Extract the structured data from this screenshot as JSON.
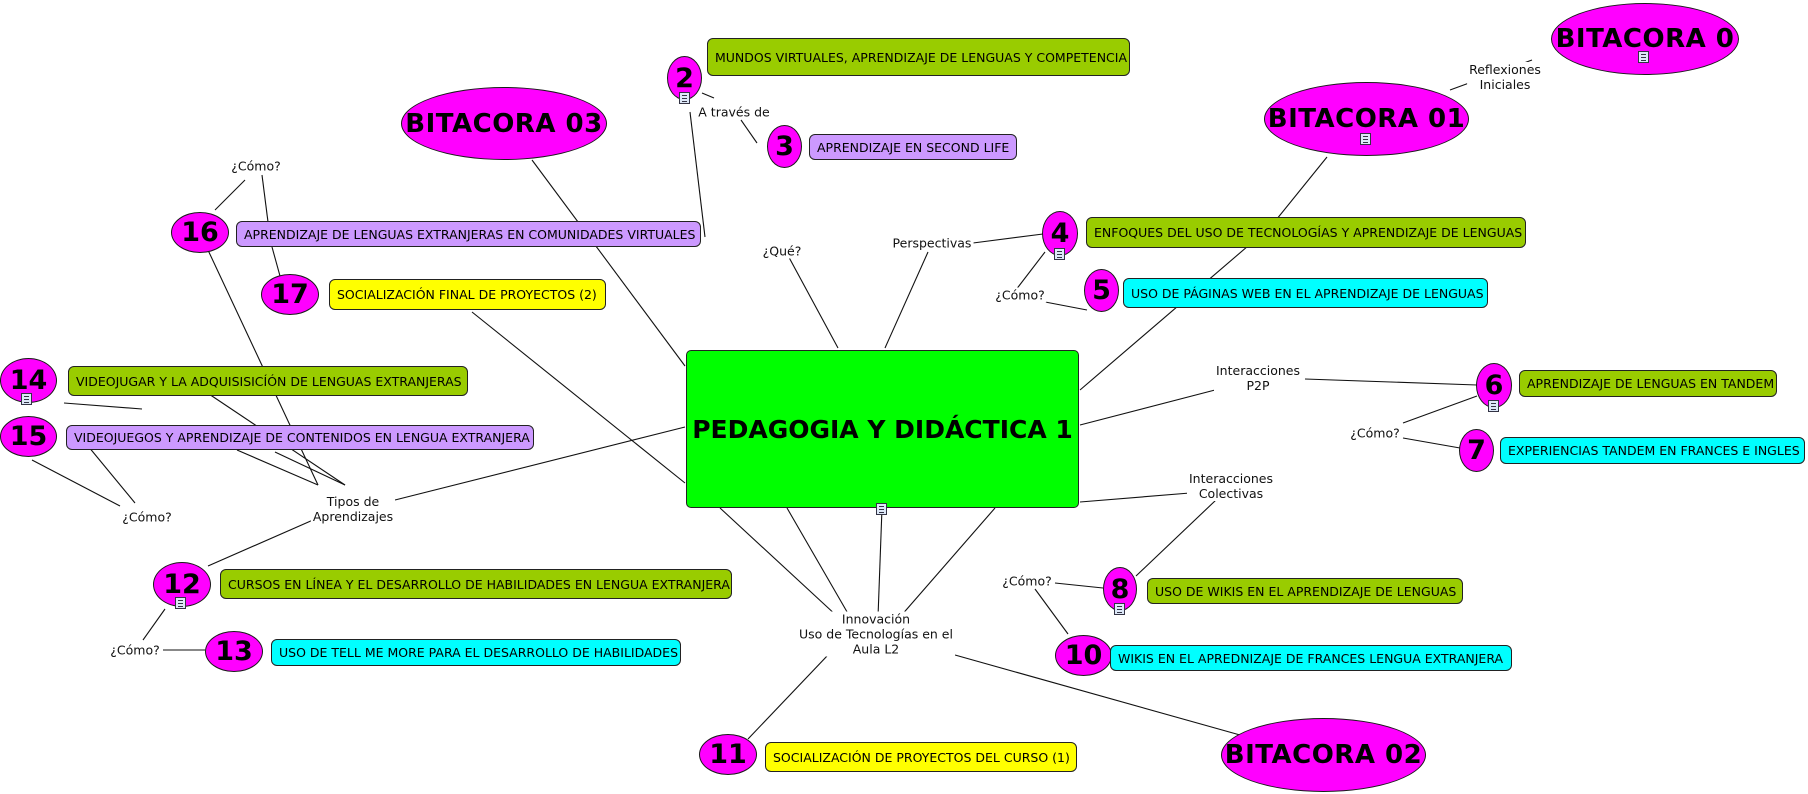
{
  "center": {
    "label": "PEDAGOGIA Y DIDÁCTICA 1"
  },
  "bitacoras": {
    "b0": "BITACORA 0",
    "b01": "BITACORA 01",
    "b02": "BITACORA 02",
    "b03": "BITACORA 03"
  },
  "numbers": {
    "n2": "2",
    "n3": "3",
    "n4": "4",
    "n5": "5",
    "n6": "6",
    "n7": "7",
    "n8": "8",
    "n10": "10",
    "n11": "11",
    "n12": "12",
    "n13": "13",
    "n14": "14",
    "n15": "15",
    "n16": "16",
    "n17": "17"
  },
  "topics": {
    "t2": "MUNDOS VIRTUALES, APRENDIZAJE DE LENGUAS Y COMPETENCIA",
    "t3": "APRENDIZAJE EN SECOND LIFE",
    "t4": "ENFOQUES DEL USO DE TECNOLOGÍAS Y APRENDIZAJE DE LENGUAS",
    "t5": "USO DE PÁGINAS WEB EN EL APRENDIZAJE DE LENGUAS",
    "t6": "APRENDIZAJE DE LENGUAS EN TANDEM",
    "t7": "EXPERIENCIAS TANDEM EN FRANCES E INGLES",
    "t8": "USO DE WIKIS EN EL APRENDIZAJE DE LENGUAS",
    "t10": "WIKIS EN EL APREDNIZAJE DE FRANCES LENGUA EXTRANJERA",
    "t11": "SOCIALIZACIÓN DE PROYECTOS DEL CURSO (1)",
    "t12": "CURSOS EN LÍNEA Y EL DESARROLLO DE HABILIDADES EN LENGUA EXTRANJERA",
    "t13": "USO DE TELL ME MORE PARA EL DESARROLLO DE HABILIDADES",
    "t14": "VIDEOJUGAR Y LA ADQUISISICÍÓN DE LENGUAS EXTRANJERAS",
    "t15": "VIDEOJUEGOS Y APRENDIZAJE DE CONTENIDOS EN LENGUA EXTRANJERA",
    "t16": "APRENDIZAJE DE LENGUAS EXTRANJERAS EN COMUNIDADES VIRTUALES",
    "t17": "SOCIALIZACIÓN FINAL DE PROYECTOS (2)"
  },
  "labels": {
    "a_traves": "A través de",
    "que": "¿Qué?",
    "perspectivas": "Perspectivas",
    "reflexiones": "Reflexiones\nIniciales",
    "como_5": "¿Cómo?",
    "p2p": "Interacciones\nP2P",
    "como_7": "¿Cómo?",
    "colectivas": "Interacciones\nColectivas",
    "como_8": "¿Cómo?",
    "innovacion": "Innovación\nUso de Tecnologías en el\nAula L2",
    "tipos": "Tipos de\nAprendizajes",
    "como_15": "¿Cómo?",
    "como_13": "¿Cómo?",
    "como_16": "¿Cómo?"
  },
  "colors": {
    "center": "#00ff00",
    "ellipse": "#ff00ff",
    "green": "#99cc00",
    "purple": "#cc99ff",
    "cyan": "#00ffff",
    "yellow": "#ffff00"
  }
}
